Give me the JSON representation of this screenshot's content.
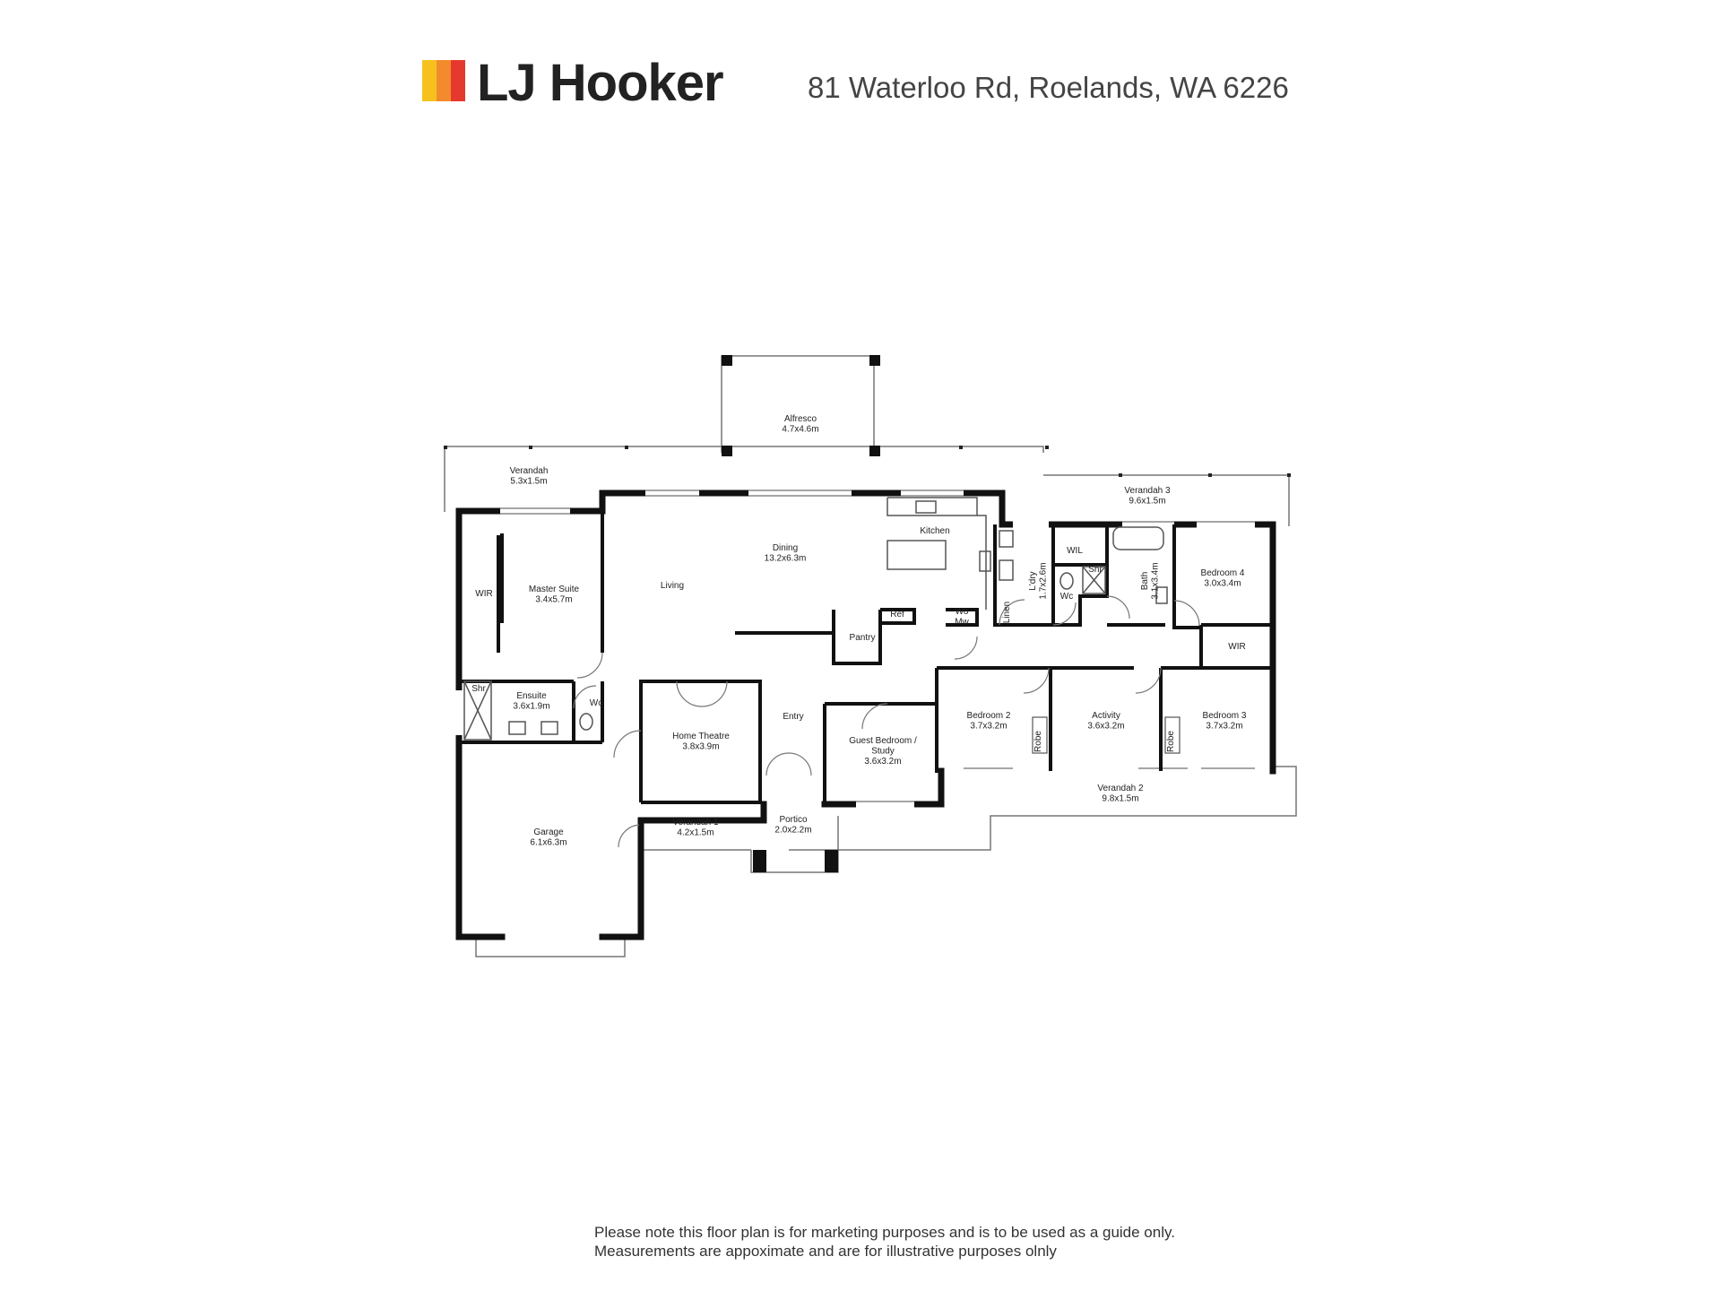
{
  "header": {
    "brand_name": "LJ Hooker",
    "brand_colors": [
      "#F6C11E",
      "#F28B2C",
      "#E6392E"
    ],
    "address": "81 Waterloo Rd, Roelands, WA 6226"
  },
  "rooms": [
    {
      "id": "alfresco",
      "name": "Alfresco",
      "size": "4.7x4.6m"
    },
    {
      "id": "verandah",
      "name": "Verandah",
      "size": "5.3x1.5m"
    },
    {
      "id": "verandah-3",
      "name": "Verandah 3",
      "size": "9.6x1.5m"
    },
    {
      "id": "kitchen",
      "name": "Kitchen",
      "size": ""
    },
    {
      "id": "dining",
      "name": "Dining",
      "size": "13.2x6.3m"
    },
    {
      "id": "living",
      "name": "Living",
      "size": ""
    },
    {
      "id": "master-suite",
      "name": "Master Suite",
      "size": "3.4x5.7m"
    },
    {
      "id": "wir-master",
      "name": "WIR",
      "size": ""
    },
    {
      "id": "ensuite",
      "name": "Ensuite",
      "size": "3.6x1.9m"
    },
    {
      "id": "shr-ensuite",
      "name": "Shr",
      "size": ""
    },
    {
      "id": "wc-ensuite",
      "name": "Wc",
      "size": ""
    },
    {
      "id": "home-theatre",
      "name": "Home Theatre",
      "size": "3.8x3.9m"
    },
    {
      "id": "entry",
      "name": "Entry",
      "size": ""
    },
    {
      "id": "pantry",
      "name": "Pantry",
      "size": ""
    },
    {
      "id": "ref",
      "name": "Ref",
      "size": ""
    },
    {
      "id": "wo-mw",
      "name": "Wo\nMw",
      "size": ""
    },
    {
      "id": "guest-bedroom",
      "name": "Guest Bedroom /\nStudy",
      "size": "3.6x3.2m"
    },
    {
      "id": "garage",
      "name": "Garage",
      "size": "6.1x6.3m"
    },
    {
      "id": "verandah-1",
      "name": "Verandah 1",
      "size": "4.2x1.5m"
    },
    {
      "id": "portico",
      "name": "Portico",
      "size": "2.0x2.2m"
    },
    {
      "id": "laundry",
      "name": "L'dry",
      "size": "1.7x2.6m"
    },
    {
      "id": "linen",
      "name": "Linen",
      "size": ""
    },
    {
      "id": "wil",
      "name": "WIL",
      "size": ""
    },
    {
      "id": "wc-bath",
      "name": "Wc",
      "size": ""
    },
    {
      "id": "shr-bath",
      "name": "Shr",
      "size": ""
    },
    {
      "id": "bath",
      "name": "Bath",
      "size": "3.1x3.4m"
    },
    {
      "id": "bedroom-4",
      "name": "Bedroom 4",
      "size": "3.0x3.4m"
    },
    {
      "id": "wir-bed4",
      "name": "WIR",
      "size": ""
    },
    {
      "id": "bedroom-2",
      "name": "Bedroom 2",
      "size": "3.7x3.2m"
    },
    {
      "id": "robe-2",
      "name": "Robe",
      "size": ""
    },
    {
      "id": "activity",
      "name": "Activity",
      "size": "3.6x3.2m"
    },
    {
      "id": "robe-3",
      "name": "Robe",
      "size": ""
    },
    {
      "id": "bedroom-3",
      "name": "Bedroom 3",
      "size": "3.7x3.2m"
    },
    {
      "id": "verandah-2",
      "name": "Verandah 2",
      "size": "9.8x1.5m"
    }
  ],
  "disclaimer": {
    "line1": "Please note this floor plan is for marketing purposes and is to be used as a guide only.",
    "line2": "Measurements are appoximate and are for illustrative purposes olnly"
  }
}
